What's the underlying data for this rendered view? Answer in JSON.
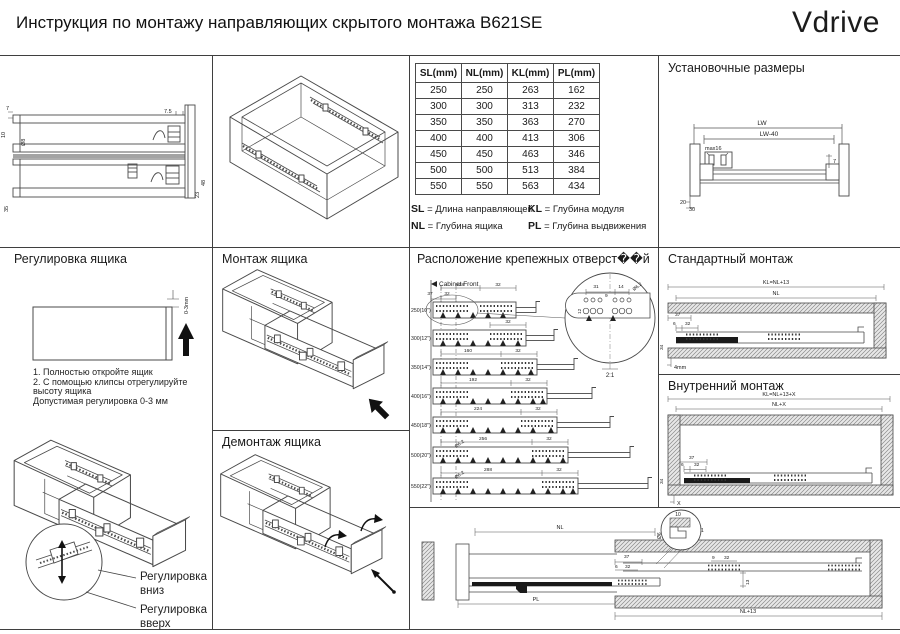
{
  "header": {
    "title": "Инструкция по монтажу направляющих скрытого монтажа B621SE",
    "brand": "Vdrive"
  },
  "size_table": {
    "columns": [
      "SL(mm)",
      "NL(mm)",
      "KL(mm)",
      "PL(mm)"
    ],
    "rows": [
      [
        "250",
        "250",
        "263",
        "162"
      ],
      [
        "300",
        "300",
        "313",
        "232"
      ],
      [
        "350",
        "350",
        "363",
        "270"
      ],
      [
        "400",
        "400",
        "413",
        "306"
      ],
      [
        "450",
        "450",
        "463",
        "346"
      ],
      [
        "500",
        "500",
        "513",
        "384"
      ],
      [
        "550",
        "550",
        "563",
        "434"
      ]
    ],
    "legend": [
      {
        "key": "SL",
        "desc": "= Длина направляющей"
      },
      {
        "key": "NL",
        "desc": "= Глубина ящика"
      },
      {
        "key": "KL",
        "desc": "= Глубина модуля"
      },
      {
        "key": "PL",
        "desc": "= Глубина выдвижения"
      }
    ]
  },
  "side_view": {
    "d7": "7",
    "d10": "10",
    "d8": "Ø8",
    "d35": "35",
    "d75": "7.5",
    "d48": "48",
    "d23": "23"
  },
  "install_dims": {
    "title": "Установочные размеры",
    "lw": "LW",
    "lw40": "LW-40",
    "max16": "max16",
    "d7": "7",
    "d20": "20",
    "d30": "30"
  },
  "adjust": {
    "title": "Регулировка ящика",
    "range": "0-3mm",
    "line1": "1. Полностью откройте ящик",
    "line2": "2. С помощью клипсы отрегулируйте",
    "line3": "высоту ящика",
    "line4": "Допустимая регулировка 0-3 мм",
    "down1": "Регулировка",
    "down2": "вниз",
    "up1": "Регулировка",
    "up2": "вверх"
  },
  "mount": {
    "title": "Монтаж ящика"
  },
  "dismount": {
    "title": "Демонтаж ящика"
  },
  "holes": {
    "title": "Расположение крепежных отверст��й",
    "cabinet_front": "Cabinet Front",
    "off37": "37",
    "off32": "32",
    "dia": "Ø6.2",
    "rows": [
      {
        "label": "250(10\")",
        "span": "128",
        "end": "32"
      },
      {
        "label": "300(12\")",
        "span": "",
        "end": "32"
      },
      {
        "label": "350(14\")",
        "span": "160",
        "end": "32"
      },
      {
        "label": "400(16\")",
        "span": "192",
        "end": "32"
      },
      {
        "label": "450(18\")",
        "span": "224",
        "end": "32"
      },
      {
        "label": "500(20\")",
        "span": "256",
        "end": "32"
      },
      {
        "label": "550(22\")",
        "span": "288",
        "end": "32"
      }
    ],
    "detail": {
      "d31": "31",
      "d14": "14",
      "d9": "9",
      "d12": "12",
      "dia": "Ø6.2",
      "scale": "2:1"
    }
  },
  "standard": {
    "title": "Стандартный монтаж",
    "kl": "KL=NL+13",
    "nl": "NL",
    "d37": "37",
    "d6": "6",
    "d32": "32",
    "d34": "34",
    "gap": "4mm"
  },
  "inner": {
    "title": "Внутренний монтаж",
    "kl": "KL=NL+13+X",
    "nl": "NL+X",
    "d37": "37",
    "d6": "6",
    "d32": "32",
    "d34": "34",
    "x": "X"
  },
  "extended": {
    "nl": "NL",
    "pl": "PL",
    "nl13": "NL+13",
    "d37": "37",
    "d6": "6",
    "d32": "32",
    "d9": "9",
    "d32b": "32",
    "d13": "13",
    "detail10": "10",
    "detail_dia": "Ø6",
    "detail1": "1"
  }
}
